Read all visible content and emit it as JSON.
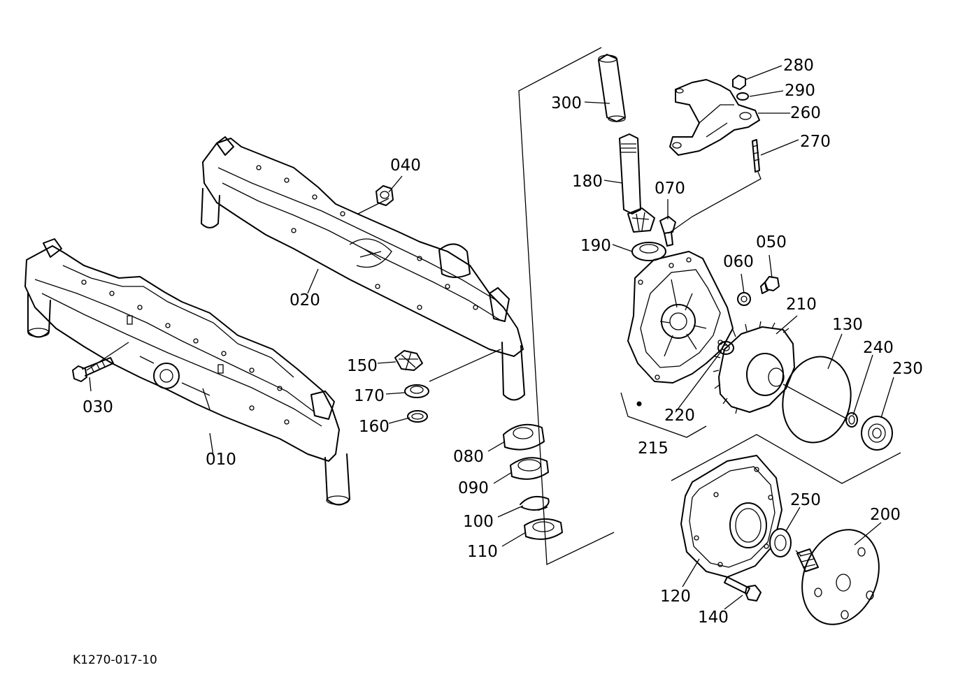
{
  "drawing_code": "K1270-017-10",
  "labels": {
    "p010": "010",
    "p020": "020",
    "p030": "030",
    "p040": "040",
    "p050": "050",
    "p060": "060",
    "p070": "070",
    "p080": "080",
    "p090": "090",
    "p100": "100",
    "p110": "110",
    "p120": "120",
    "p130": "130",
    "p140": "140",
    "p150": "150",
    "p160": "160",
    "p170": "170",
    "p180": "180",
    "p190": "190",
    "p200": "200",
    "p210": "210",
    "p215": "215",
    "p220": "220",
    "p230": "230",
    "p240": "240",
    "p250": "250",
    "p260": "260",
    "p270": "270",
    "p280": "280",
    "p290": "290",
    "p300": "300"
  }
}
